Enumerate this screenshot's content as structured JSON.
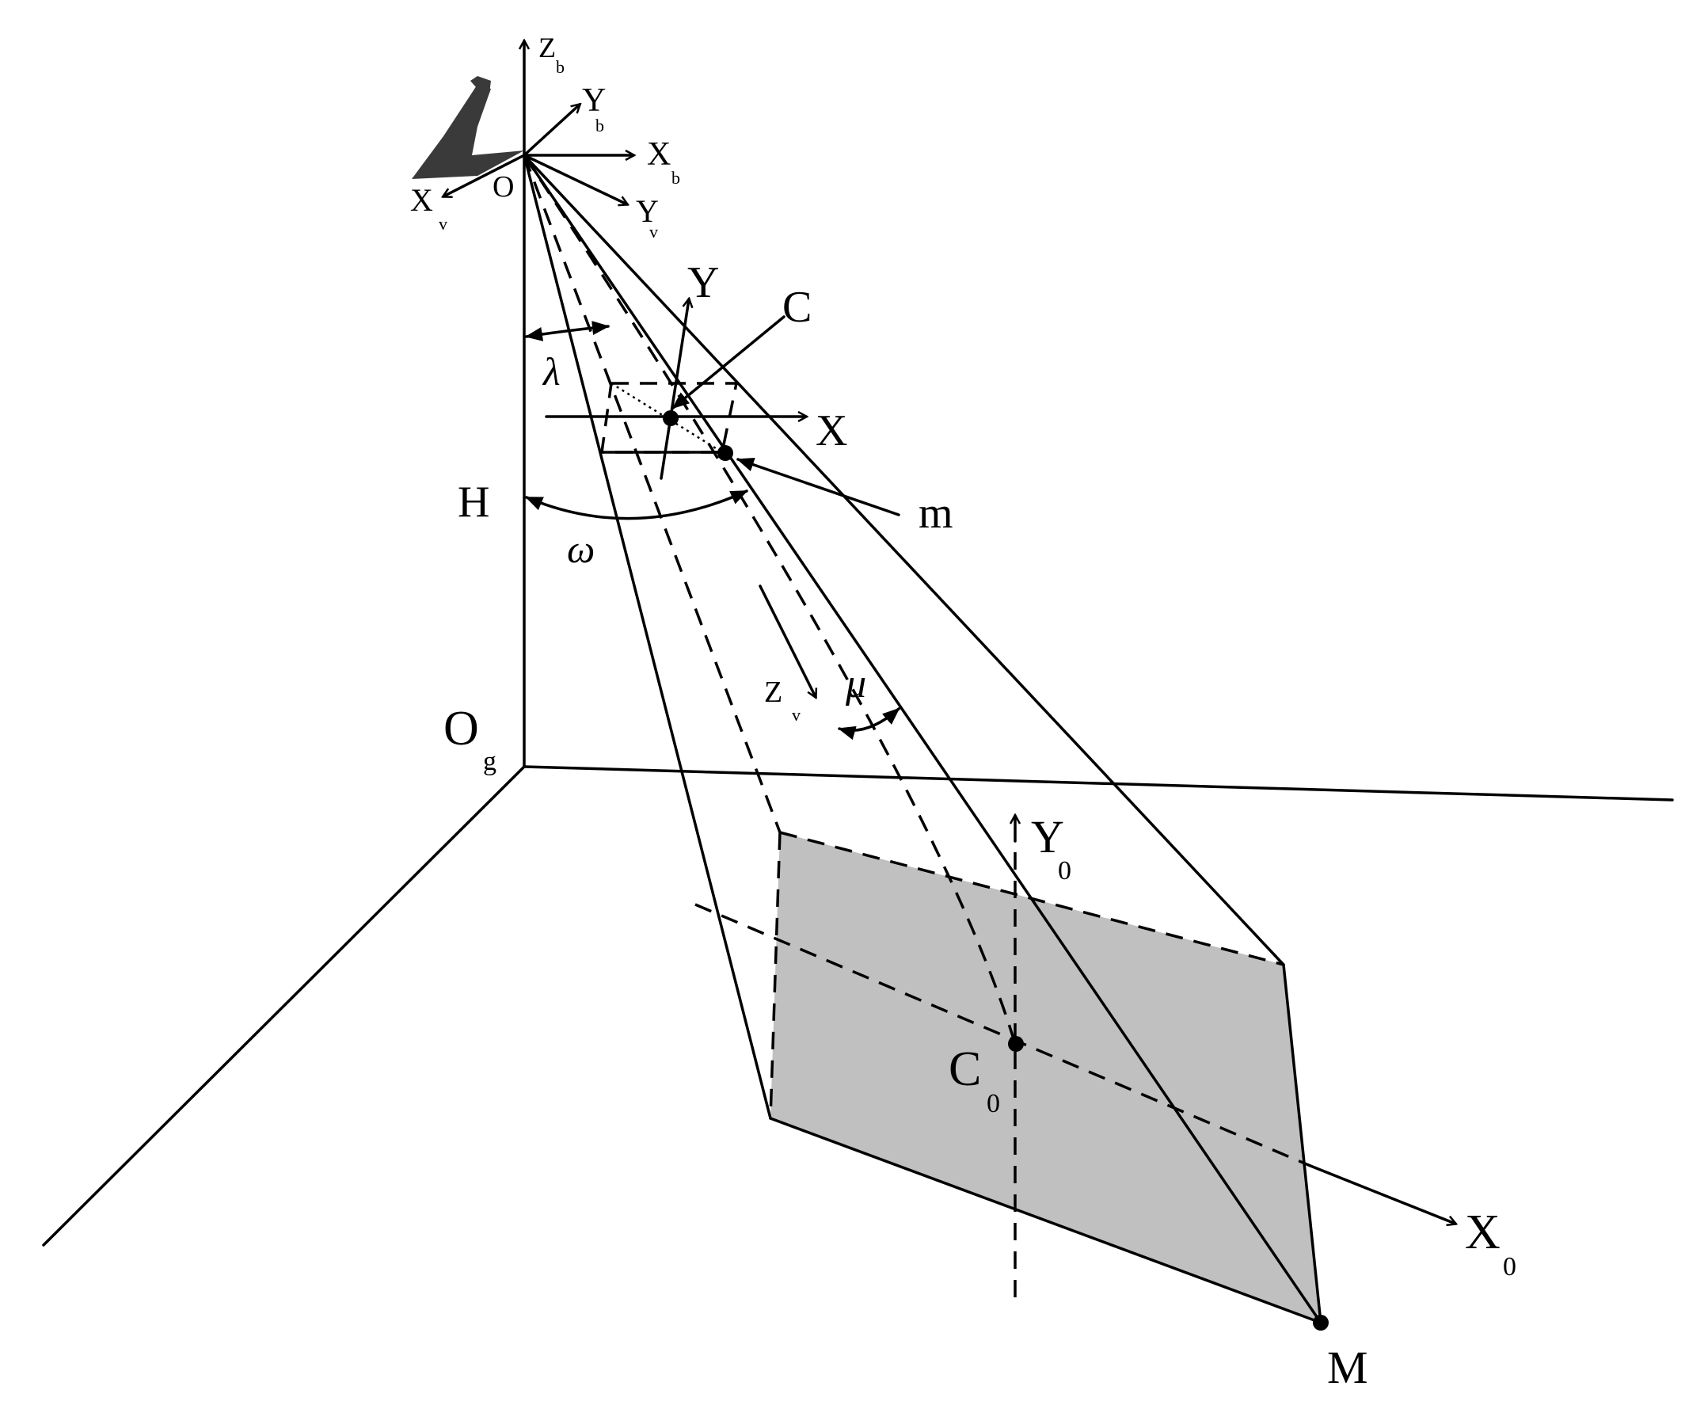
{
  "diagram": {
    "labels": {
      "Zb": {
        "main": "Z",
        "sub": "b"
      },
      "Yb": {
        "main": "Y",
        "sub": "b"
      },
      "Xb": {
        "main": "X",
        "sub": "b"
      },
      "Xv": {
        "main": "X",
        "sub": "v"
      },
      "Yv": {
        "main": "Y",
        "sub": "v"
      },
      "Zv": {
        "main": "Z",
        "sub": "v"
      },
      "O": "O",
      "Y": "Y",
      "C": "C",
      "X": "X",
      "lambda": "λ",
      "H": "H",
      "m": "m",
      "omega": "ω",
      "mu": "μ",
      "Og": {
        "main": "O",
        "sub": "g"
      },
      "Y0": {
        "main": "Y",
        "sub": "0"
      },
      "C0": {
        "main": "C",
        "sub": "0"
      },
      "X0": {
        "main": "X",
        "sub": "0"
      },
      "M": "M"
    },
    "colors": {
      "line": "#000000",
      "footprint_fill": "#c0c0c0",
      "aircraft": "#3a3a3a",
      "background": "#ffffff"
    },
    "icons": {
      "aircraft": "uav-silhouette-icon"
    }
  }
}
